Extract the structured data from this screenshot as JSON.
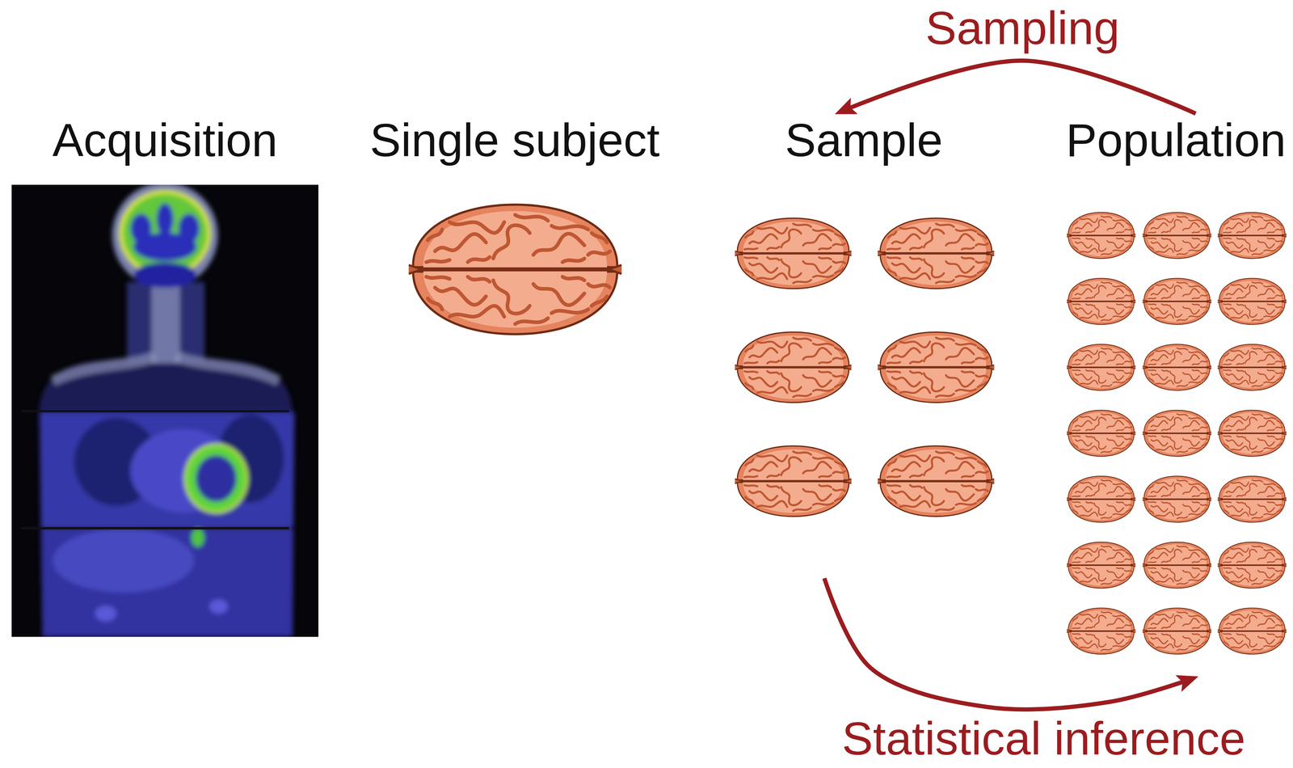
{
  "diagram": {
    "nodes": [
      {
        "text": [
          "Acquisition"
        ]
      },
      {
        "text": [
          "Single subject"
        ]
      },
      {
        "text": [
          "Sample"
        ]
      },
      {
        "text": [
          "Population"
        ]
      }
    ],
    "edges": [
      {
        "from": 3,
        "to": 2,
        "label": "Sampling",
        "arrow": "to"
      },
      {
        "from": 2,
        "to": 3,
        "label": "Statistical inference",
        "arrow": "to"
      }
    ]
  }
}
